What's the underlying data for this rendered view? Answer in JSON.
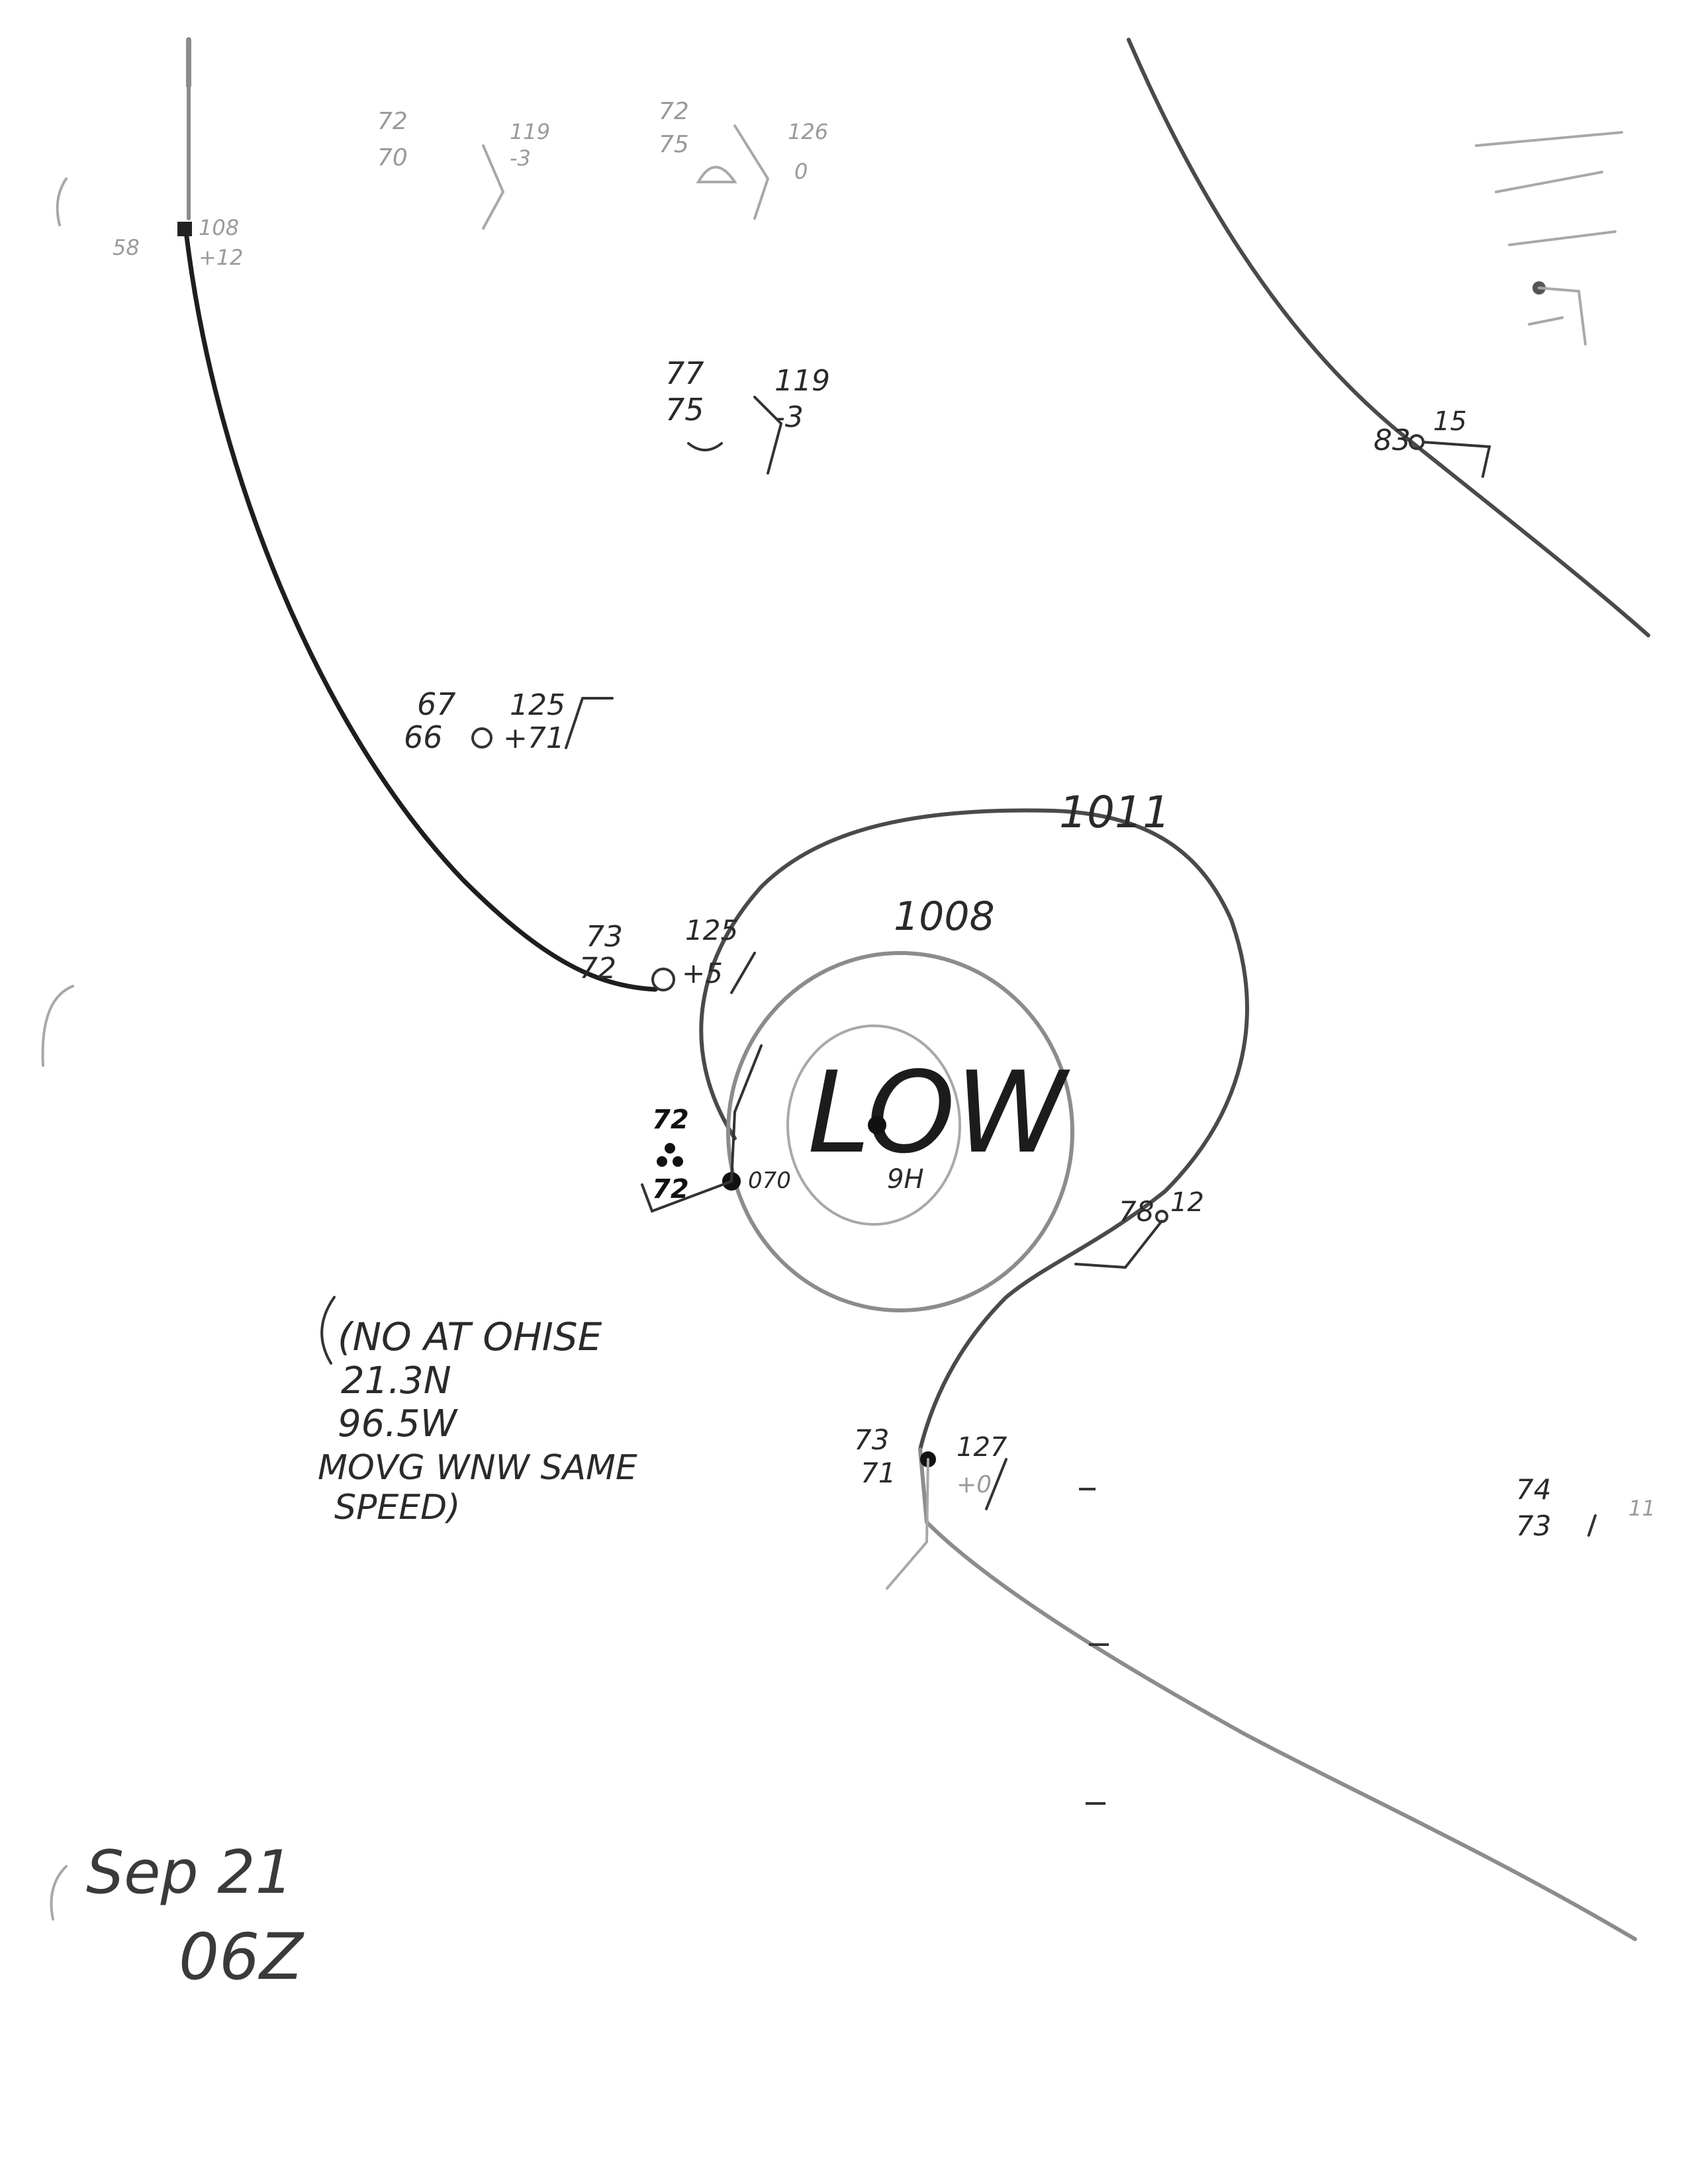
{
  "center": {
    "label": "LOW",
    "pressure_tendency": "9H"
  },
  "isobars": [
    {
      "value": "1011"
    },
    {
      "value": "1008"
    }
  ],
  "stations": [
    {
      "temp": "67",
      "dewpoint": "66",
      "pressure": "125",
      "tendency": "+71"
    },
    {
      "temp": "73",
      "dewpoint": "72",
      "pressure": "125",
      "tendency": "+5"
    },
    {
      "temp": "72",
      "dewpoint": "72",
      "pressure": "070"
    },
    {
      "temp": "77",
      "dewpoint": "75",
      "pressure": "119",
      "tendency": "-3"
    },
    {
      "temp": "83",
      "pressure": "15"
    },
    {
      "temp": "78",
      "pressure": "12"
    },
    {
      "temp": "73",
      "dewpoint": "71",
      "pressure": "127",
      "tendency": "+0"
    },
    {
      "temp": "74",
      "dewpoint": "73",
      "pressure": "11"
    },
    {
      "temp": "58",
      "pressure": "108",
      "tendency": "+12"
    },
    {
      "temp": "72",
      "dewpoint": "70",
      "pressure": "119",
      "tendency": "-3"
    },
    {
      "temp": "72",
      "dewpoint": "75",
      "pressure": "126",
      "tendency": "0"
    }
  ],
  "note": {
    "lines": [
      "(NO AT OHISE",
      "21.3N",
      "96.5W",
      "MOVG WNW SAME",
      "SPEED)"
    ]
  },
  "stamp": {
    "date": "Sep 21",
    "time": "06Z"
  }
}
